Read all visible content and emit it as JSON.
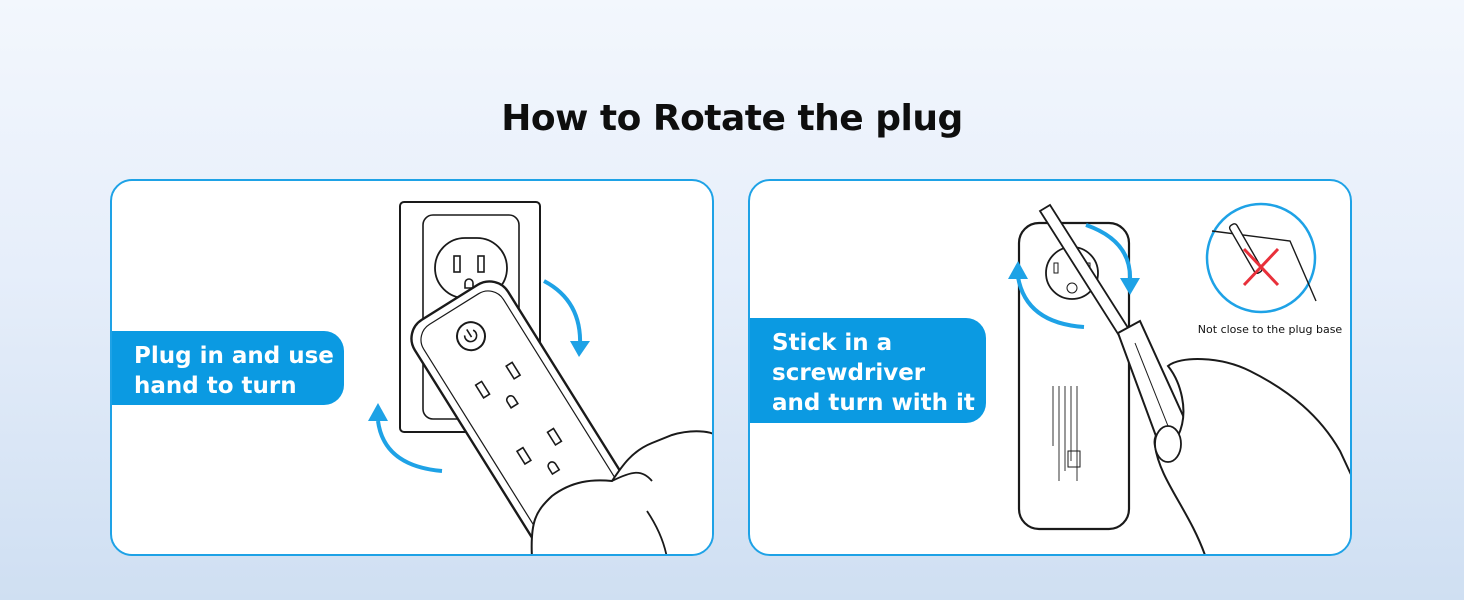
{
  "title": "How to Rotate the plug",
  "colors": {
    "accent_blue": "#0b9ae2",
    "panel_border": "#1ea2e6",
    "warning_red": "#e8303a",
    "line": "#1a1a1a"
  },
  "panels": [
    {
      "callout_lines": [
        "Plug in and use",
        "hand to turn"
      ],
      "icons": [
        "wall-outlet-icon",
        "smart-plug-icon",
        "hand-icon",
        "clockwise-arrow-icon",
        "counterclockwise-arrow-icon"
      ]
    },
    {
      "callout_lines": [
        "Stick in a",
        "screwdriver",
        "and turn with it"
      ],
      "warning_caption": "Not close to the plug base",
      "icons": [
        "smart-plug-back-icon",
        "screwdriver-icon",
        "hand-icon",
        "rotate-arrows-icon",
        "cross-mark-icon"
      ]
    }
  ]
}
